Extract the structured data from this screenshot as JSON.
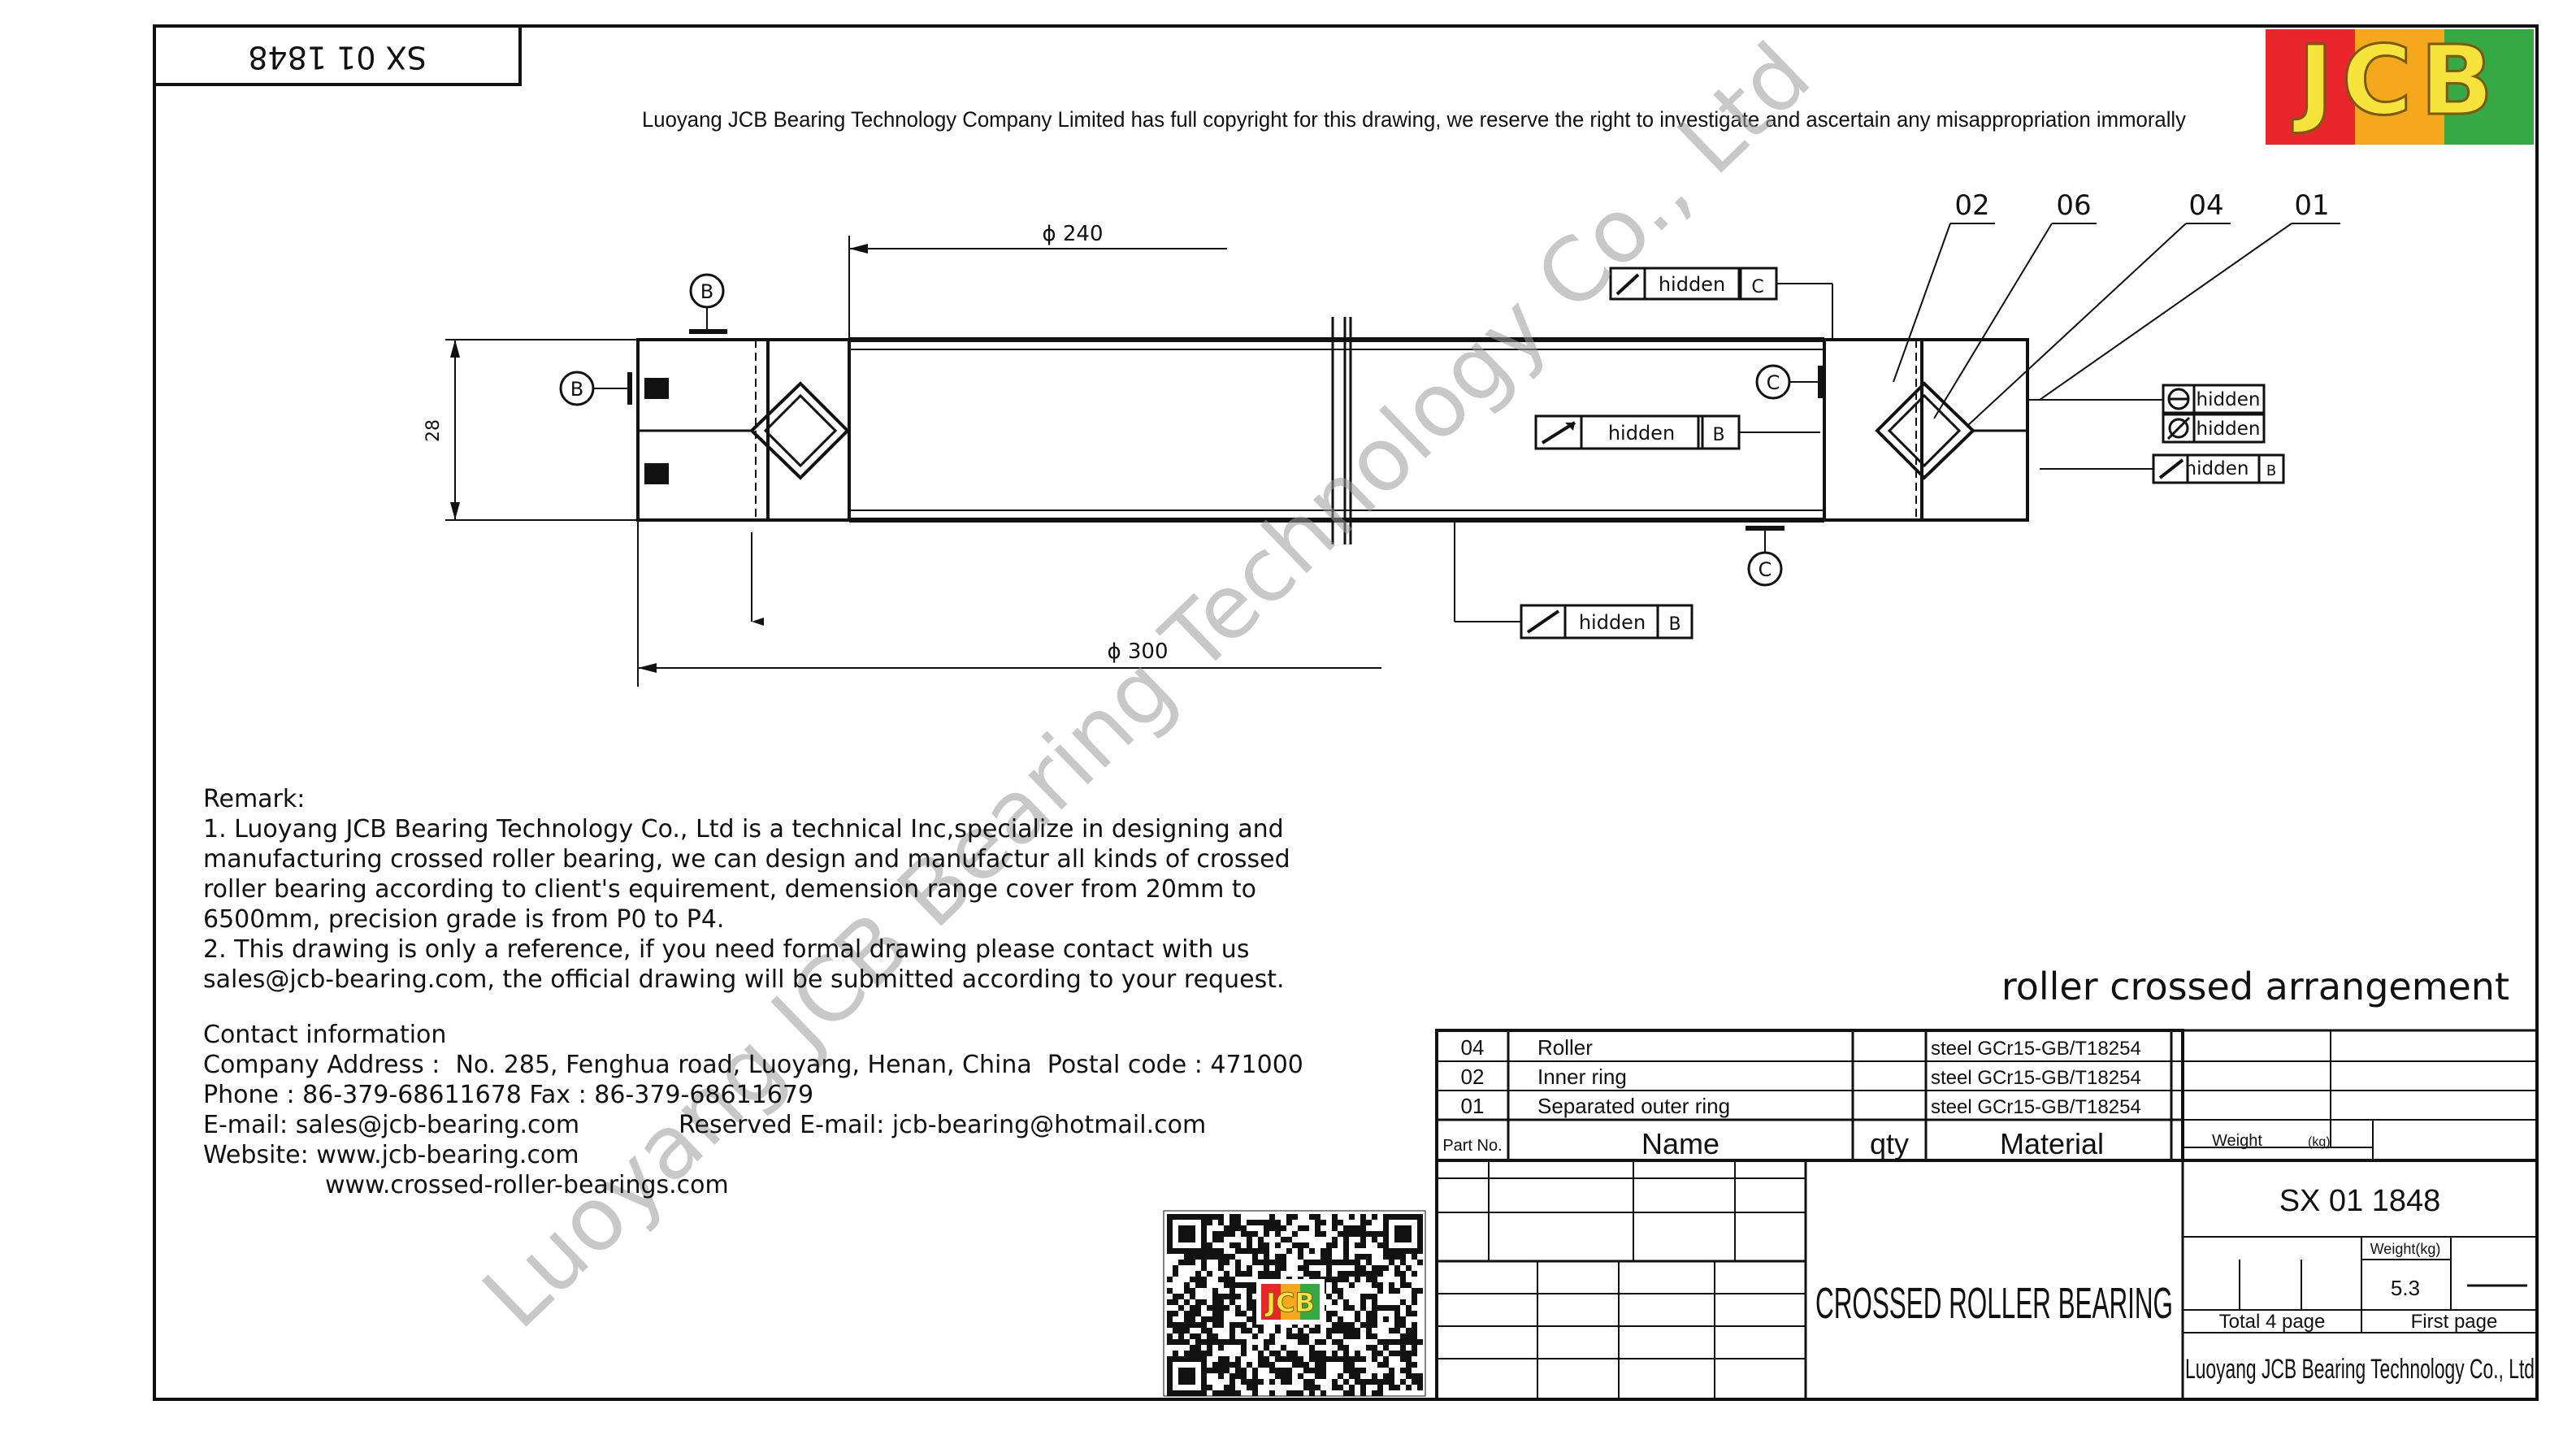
{
  "drawing_code": "SX 01 1848",
  "copyright": "Luoyang JCB Bearing Technology Company Limited has full copyright for this drawing, we reserve the right to investigate and ascertain any misappropriation immorally",
  "logo": {
    "text": "JCB",
    "colors": [
      "#e8262b",
      "#f6a81c",
      "#35a944"
    ]
  },
  "watermark": "Luoyang JCB Bearing Technology Co., Ltd",
  "dimensions": {
    "inner_dia": "ϕ 240",
    "outer_dia": "ϕ 300",
    "height": "28"
  },
  "part_labels": [
    "02",
    "06",
    "04",
    "01"
  ],
  "datums": {
    "b": "B",
    "c": "C"
  },
  "tolerance_word": "hidden",
  "remark": {
    "title": "Remark:",
    "lines": [
      "1. Luoyang JCB Bearing Technology Co., Ltd is a technical Inc,specialize in designing and",
      "manufacturing crossed roller bearing, we can design and manufactur all kinds of crossed",
      "roller bearing according to client's equirement, demension range cover from 20mm to",
      "6500mm, precision grade is from P0 to P4.",
      "2. This drawing is only a reference, if you need formal drawing please contact with us",
      "sales@jcb-bearing.com, the official drawing will be submitted according to your request."
    ]
  },
  "contact": {
    "title": "Contact information",
    "address": "Company Address :  No. 285, Fenghua road, Luoyang, Henan, China  Postal code : 471000",
    "phone": "Phone : 86-379-68611678 Fax : 86-379-68611679",
    "email": "E-mail: sales@jcb-bearing.com",
    "reserved_email": "Reserved E-mail: jcb-bearing@hotmail.com",
    "website_label": "Website: www.jcb-bearing.com",
    "website2": "www.crossed-roller-bearings.com"
  },
  "arrangement": "roller crossed arrangement",
  "bom": {
    "rows": [
      {
        "no": "04",
        "name": "Roller",
        "material": "steel  GCr15-GB/T18254"
      },
      {
        "no": "02",
        "name": "Inner ring",
        "material": "steel  GCr15-GB/T18254"
      },
      {
        "no": "01",
        "name": "Separated outer ring",
        "material": "steel  GCr15-GB/T18254"
      }
    ],
    "headers": {
      "part_no": "Part No.",
      "name": "Name",
      "qty": "qty",
      "material": "Material",
      "weight": "Weight",
      "unit": "(kg)"
    }
  },
  "title_block": {
    "model": "SX 01 1848",
    "weight_label": "Weight(kg)",
    "weight": "5.3",
    "product": "CROSSED ROLLER BEARING",
    "total": "Total 4 page",
    "page": "First page",
    "company": "Luoyang JCB Bearing Technology Co., Ltd"
  }
}
